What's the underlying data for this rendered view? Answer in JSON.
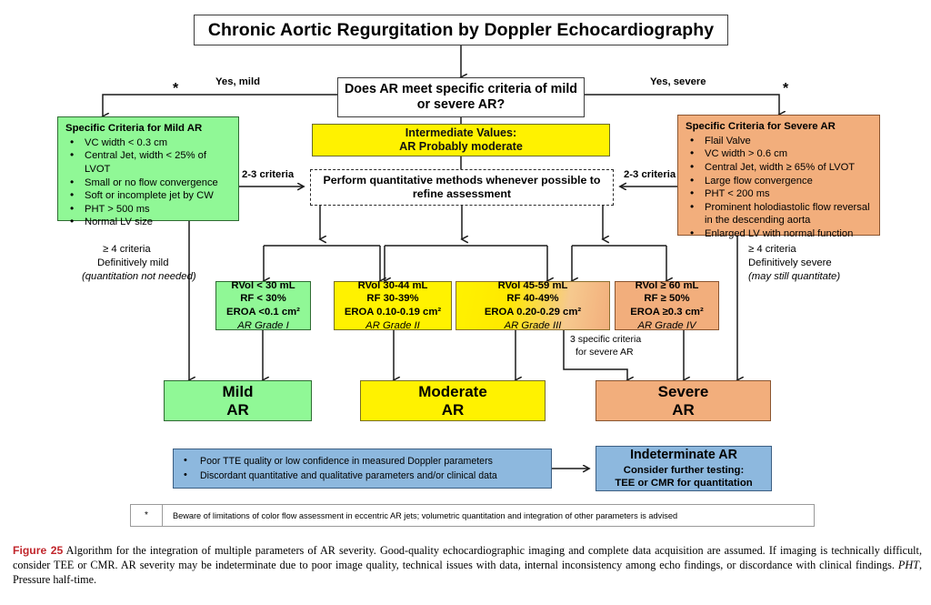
{
  "title": "Chronic Aortic Regurgitation by Doppler Echocardiography",
  "decision": "Does AR meet specific criteria of mild or severe AR?",
  "branch_labels": {
    "left": "Yes, mild",
    "right": "Yes, severe",
    "star": "*"
  },
  "intermediate": {
    "line1": "Intermediate Values:",
    "line2": "AR Probably moderate"
  },
  "quantitative": {
    "line1": "Perform quantitative methods whenever possible to",
    "line2": "refine assessment"
  },
  "criteria_labels": {
    "left_2_3": "2-3 criteria",
    "right_2_3": "2-3 criteria",
    "left_ge4_l1": "≥ 4 criteria",
    "left_ge4_l2": "Definitively mild",
    "left_ge4_l3": "(quantitation not needed)",
    "right_ge4_l1": "≥ 4 criteria",
    "right_ge4_l2": "Definitively severe",
    "right_ge4_l3": "(may still quantitate)",
    "three_specific_l1": "3 specific criteria",
    "three_specific_l2": "for severe AR"
  },
  "mild_criteria": {
    "heading": "Specific Criteria for Mild AR",
    "items": [
      "VC width < 0.3 cm",
      "Central Jet,  width < 25% of LVOT",
      "Small or no flow convergence",
      "Soft or incomplete jet by CW",
      "PHT > 500 ms",
      "Normal LV size"
    ]
  },
  "severe_criteria": {
    "heading": "Specific Criteria for Severe AR",
    "items": [
      "Flail Valve",
      "VC width  > 0.6 cm",
      "Central Jet,  width ≥ 65% of LVOT",
      "Large flow convergence",
      "PHT  < 200 ms",
      "Prominent holodiastolic flow reversal in the descending aorta",
      "Enlarged LV with normal function"
    ]
  },
  "grades": [
    {
      "rvol": "RVol < 30 mL",
      "rf": "RF < 30%",
      "eroa": "EROA <0.1 cm²",
      "grade": "AR Grade I"
    },
    {
      "rvol": "RVol 30-44 mL",
      "rf": "RF 30-39%",
      "eroa": "EROA 0.10-0.19 cm²",
      "grade": "AR Grade II"
    },
    {
      "rvol": "RVol 45-59 mL",
      "rf": "RF 40-49%",
      "eroa": "EROA 0.20-0.29 cm²",
      "grade": "AR Grade III"
    },
    {
      "rvol": "RVol ≥ 60 mL",
      "rf": "RF ≥ 50%",
      "eroa": "EROA ≥0.3 cm²",
      "grade": "AR Grade IV"
    }
  ],
  "results": [
    {
      "line1": "Mild",
      "line2": "AR"
    },
    {
      "line1": "Moderate",
      "line2": "AR"
    },
    {
      "line1": "Severe",
      "line2": "AR"
    }
  ],
  "indeterminate_list": [
    "Poor TTE quality or low confidence in measured Doppler parameters",
    "Discordant quantitative and qualitative parameters and/or clinical data"
  ],
  "indeterminate_box": {
    "title": "Indeterminate AR",
    "line2": "Consider further testing:",
    "line3": "TEE or CMR for quantitation"
  },
  "footnote": {
    "marker": "*",
    "text": "Beware of limitations of color flow assessment in eccentric AR jets; volumetric quantitation and integration of other parameters is advised"
  },
  "caption": {
    "figure_number": "Figure 25",
    "text_part1": "  Algorithm for the integration of multiple parameters of AR severity. Good-quality echocardiographic imaging and complete data acquisition are assumed. If imaging is technically difficult, consider TEE or CMR. AR severity may be indeterminate due to poor image quality, technical issues with data, internal inconsistency among echo findings, or discordance with clinical findings. ",
    "abbrev": "PHT",
    "text_part2": ", Pressure half-time."
  },
  "colors": {
    "mild_green": "#90F896",
    "moderate_yellow": "#FFF200",
    "severe_orange": "#F2AE7C",
    "indeterminate_blue": "#8DB8DE",
    "figure_number_red": "#C1272D",
    "line_black": "#1a1a1a"
  },
  "bullet": "•"
}
